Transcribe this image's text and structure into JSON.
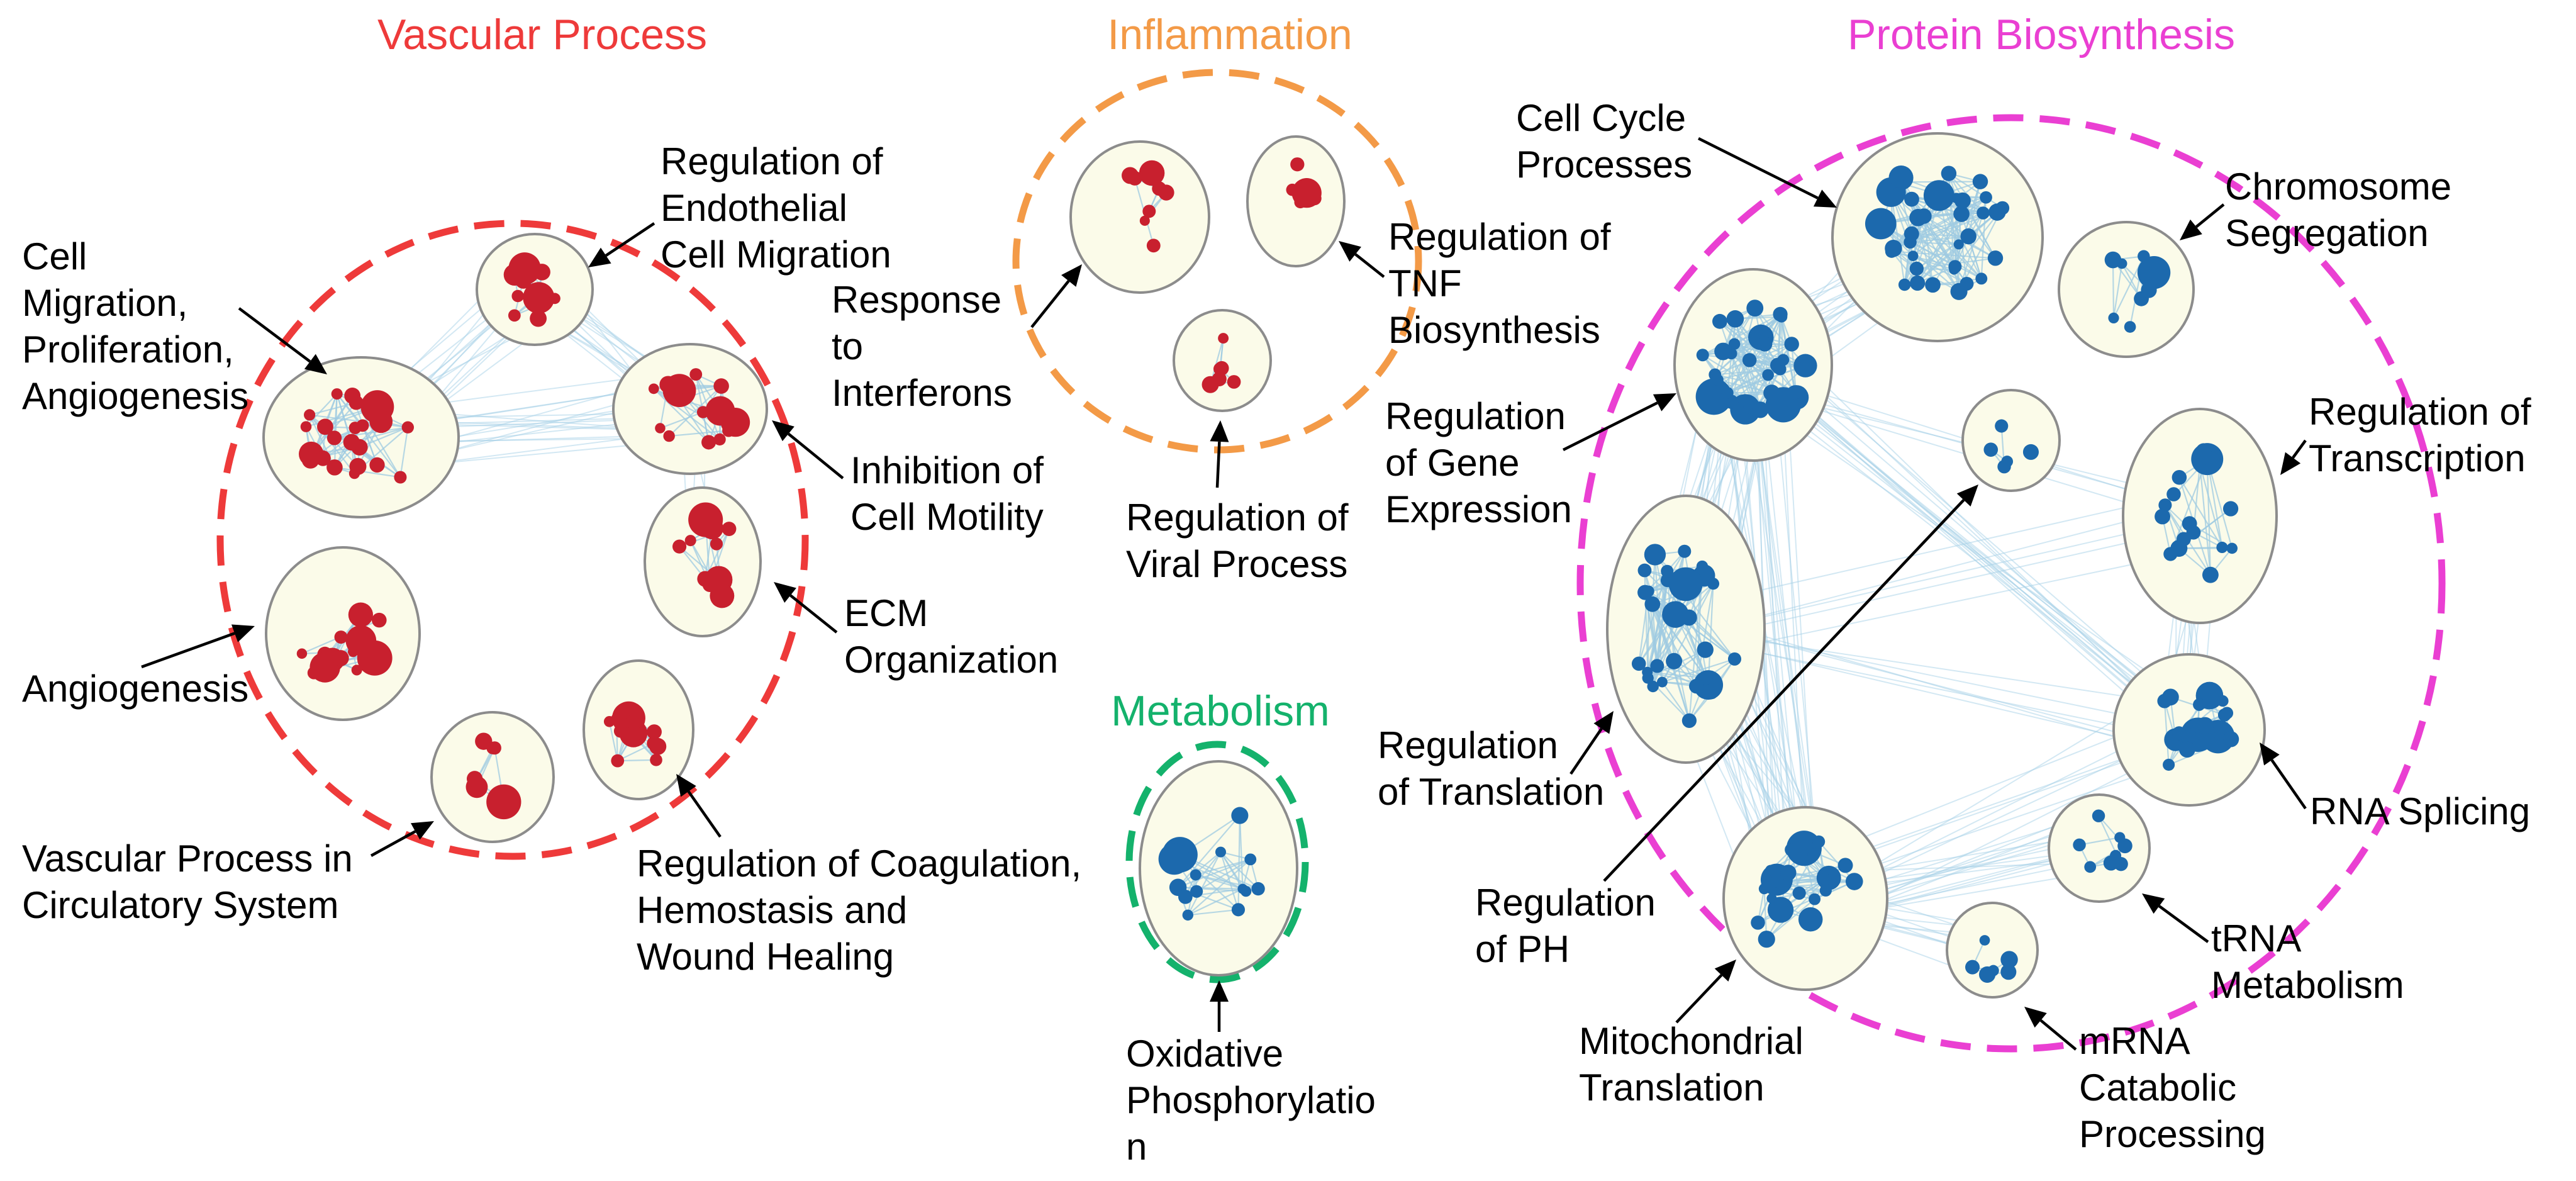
{
  "groups": {
    "vascular": {
      "title": "Vascular Process",
      "color": "#ee3a3a"
    },
    "inflammation": {
      "title": "Inflammation",
      "color": "#f39a47"
    },
    "metabolism": {
      "title": "Metabolism",
      "color": "#14b26c"
    },
    "protein": {
      "title": "Protein Biosynthesis",
      "color": "#ea3fd2"
    }
  },
  "colors": {
    "vascular_node": "#c8202e",
    "blue_node": "#1c69ad"
  },
  "labels": {
    "endothelial": [
      "Regulation of",
      "Endothelial",
      "Cell Migration"
    ],
    "cell_migration": [
      "Cell",
      "Migration,",
      "Proliferation,",
      "Angiogenesis"
    ],
    "inhibition": [
      "Inhibition of",
      "Cell Motility"
    ],
    "ecm": [
      "ECM",
      "Organization"
    ],
    "angiogenesis": [
      "Angiogenesis"
    ],
    "vascular_circ": [
      "Vascular Process in",
      "Circulatory System"
    ],
    "coagulation": [
      "Regulation of Coagulation,",
      "Hemostasis and",
      "Wound Healing"
    ],
    "interferons": [
      "Response",
      "to",
      "Interferons"
    ],
    "tnf": [
      "Regulation of",
      "TNF",
      "Biosynthesis"
    ],
    "viral": [
      "Regulation of",
      "Viral Process"
    ],
    "oxphos": [
      "Oxidative",
      "Phosphorylatio",
      "n"
    ],
    "cell_cycle": [
      "Cell Cycle",
      "Processes"
    ],
    "chromosome": [
      "Chromosome",
      "Segregation"
    ],
    "gene_expr": [
      "Regulation",
      "of Gene",
      "Expression"
    ],
    "transcription": [
      "Regulation of",
      "Transcription"
    ],
    "translation": [
      "Regulation",
      "of Translation"
    ],
    "ph": [
      "Regulation",
      "of PH"
    ],
    "rna_splicing": [
      "RNA Splicing"
    ],
    "trna": [
      "tRNA",
      "Metabolism"
    ],
    "mito": [
      "Mitochondrial",
      "Translation"
    ],
    "mrna": [
      "mRNA",
      "Catabolic",
      "Processing"
    ]
  }
}
